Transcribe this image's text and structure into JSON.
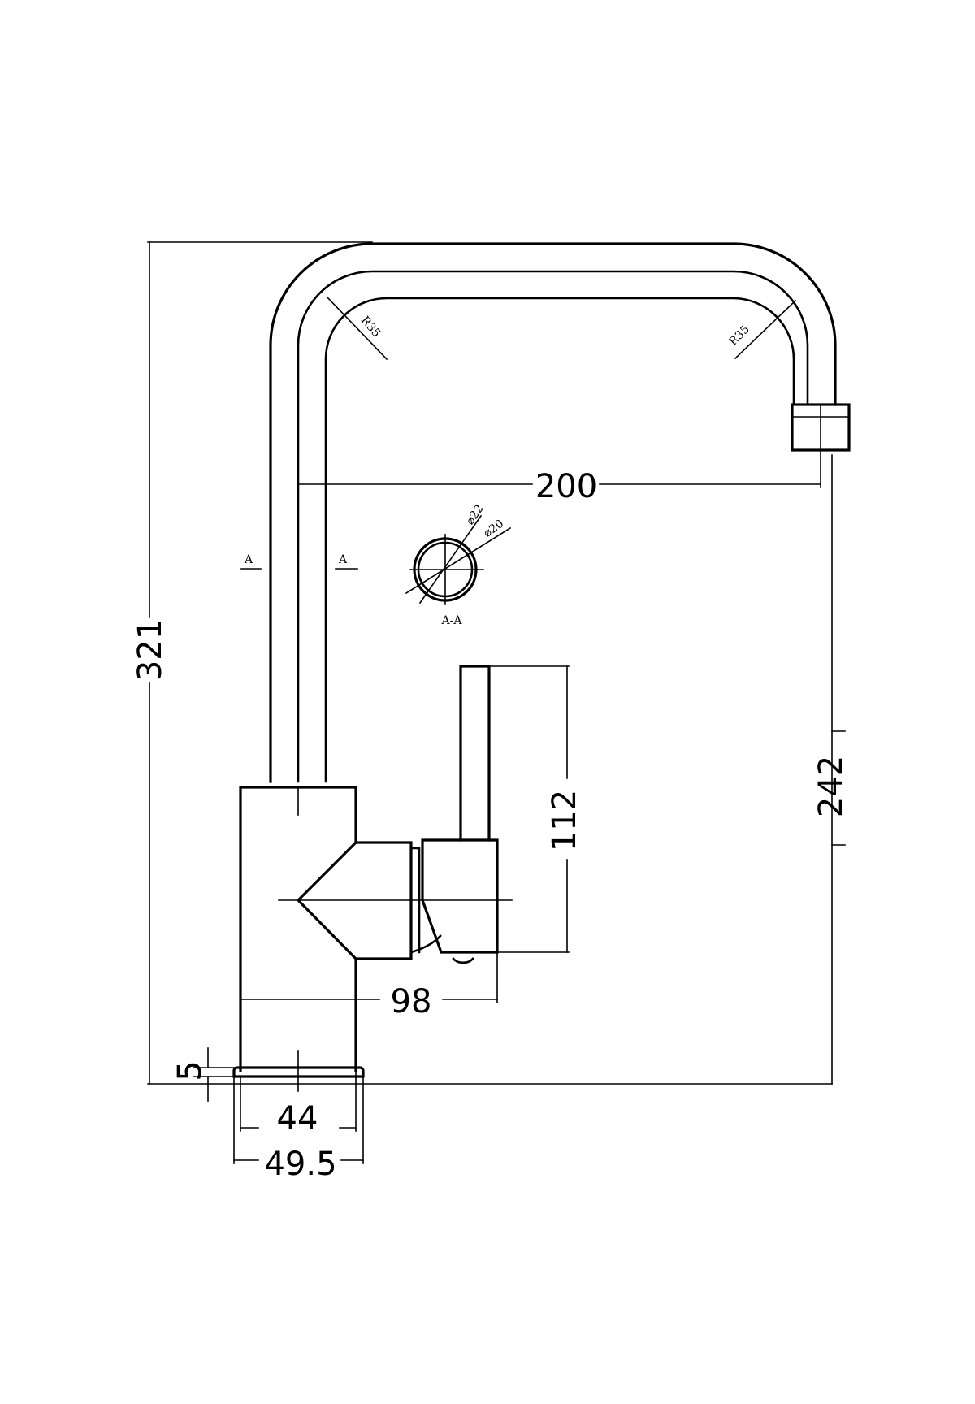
{
  "dimensions": {
    "overall_height": "321",
    "spout_reach": "200",
    "outlet_height": "242",
    "lever_height": "112",
    "body_depth": "98",
    "base_thickness": "5",
    "body_width": "44",
    "base_width": "49.5"
  },
  "radii": {
    "left": "R35",
    "right": "R35"
  },
  "section": {
    "marker_left": "A",
    "marker_right": "A",
    "label": "A-A",
    "outer_diameter": "⌀22",
    "inner_diameter": "⌀20"
  }
}
